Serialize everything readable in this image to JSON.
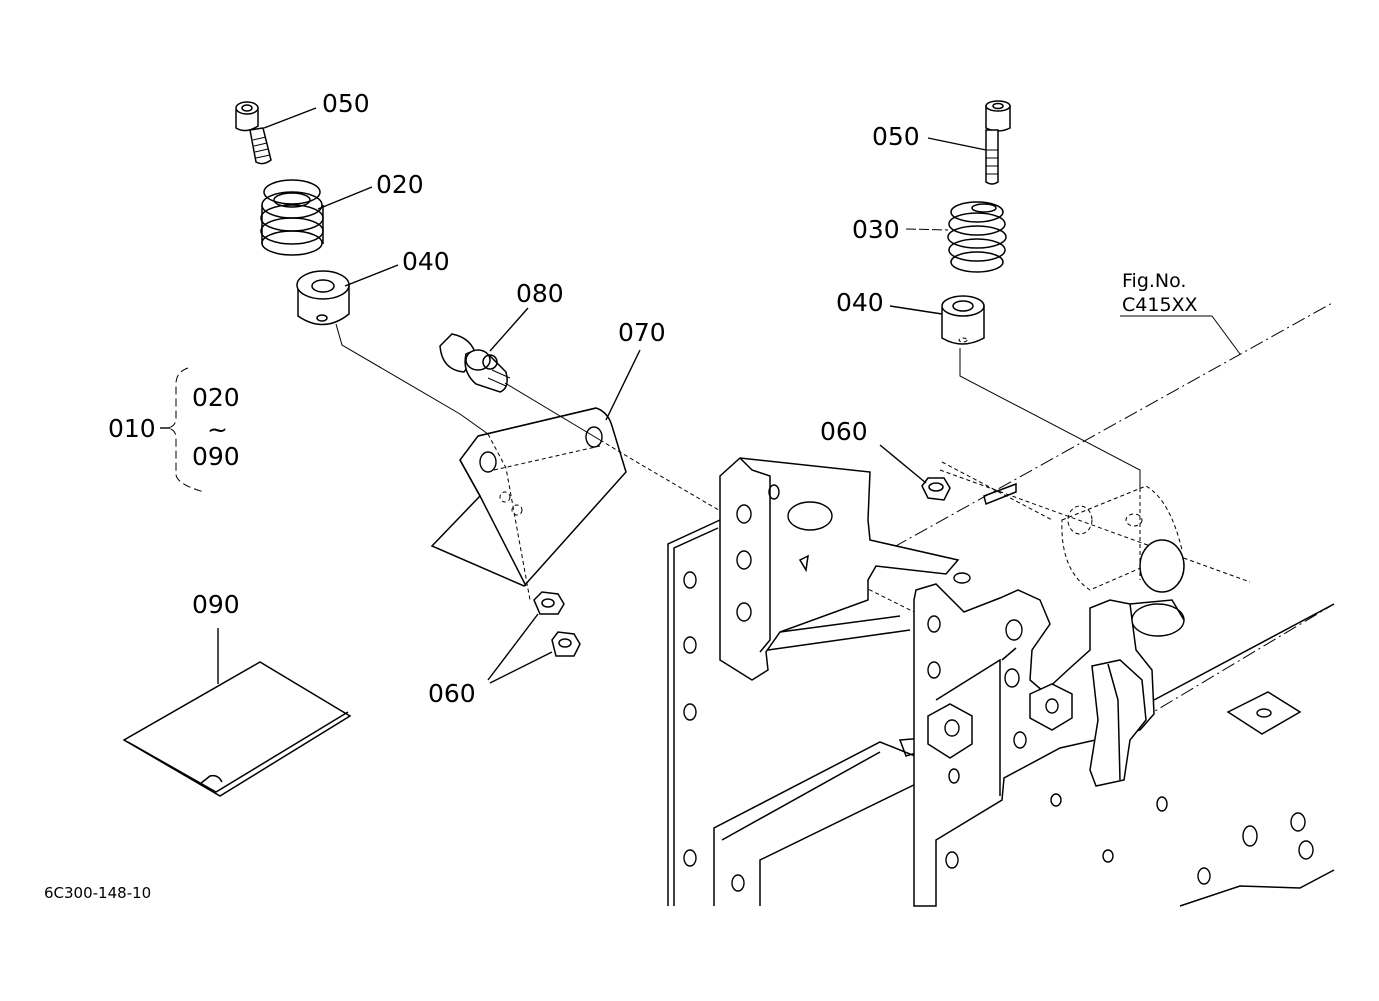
{
  "labels": {
    "l050_left": "050",
    "l020": "020",
    "l040_left": "040",
    "l080": "080",
    "l070": "070",
    "l010": "010",
    "l010_range_start": "020",
    "l010_range_tilde": "~",
    "l010_range_end": "090",
    "l090": "090",
    "l060_left": "060",
    "l050_right": "050",
    "l030": "030",
    "l040_right": "040",
    "l060_right": "060"
  },
  "fig_ref": {
    "line1": "Fig.No.",
    "line2": "C415XX"
  },
  "drawing_number": "6C300-148-10"
}
